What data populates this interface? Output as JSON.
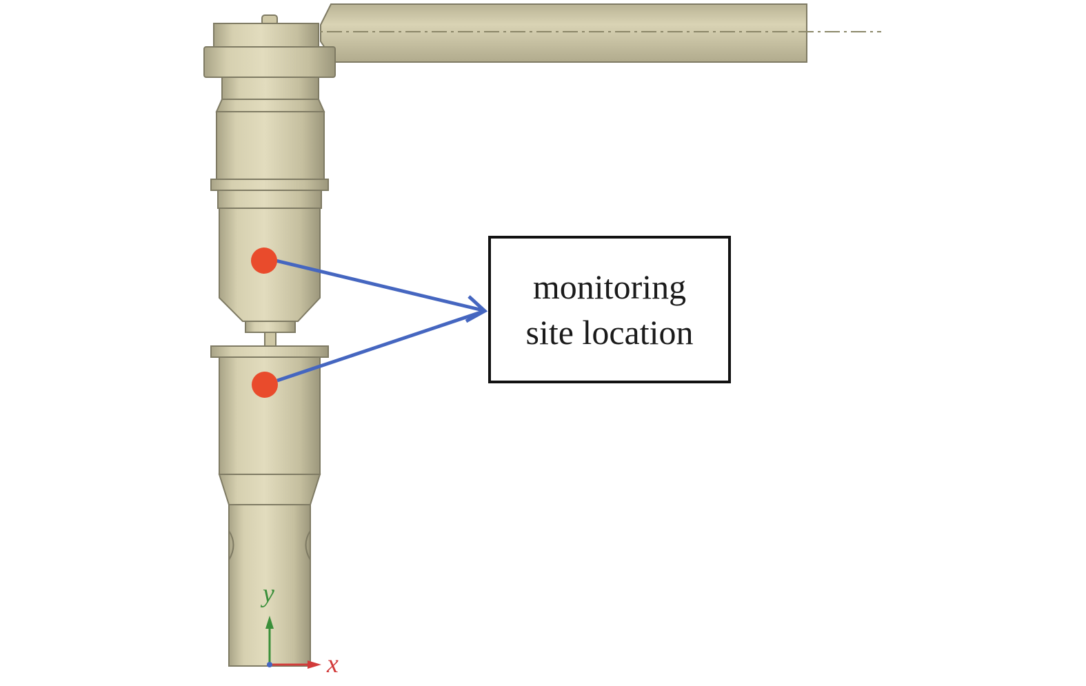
{
  "annotation": {
    "line1": "monitoring",
    "line2": "site location"
  },
  "axes": {
    "x_label": "x",
    "y_label": "y",
    "x_color": "#d23a3a",
    "y_color": "#3a8f3a"
  },
  "colors": {
    "part_fill": "#cfc8a6",
    "part_stroke": "#7e7a63",
    "marker": "#e94b2c",
    "arrow": "#4566c0"
  }
}
